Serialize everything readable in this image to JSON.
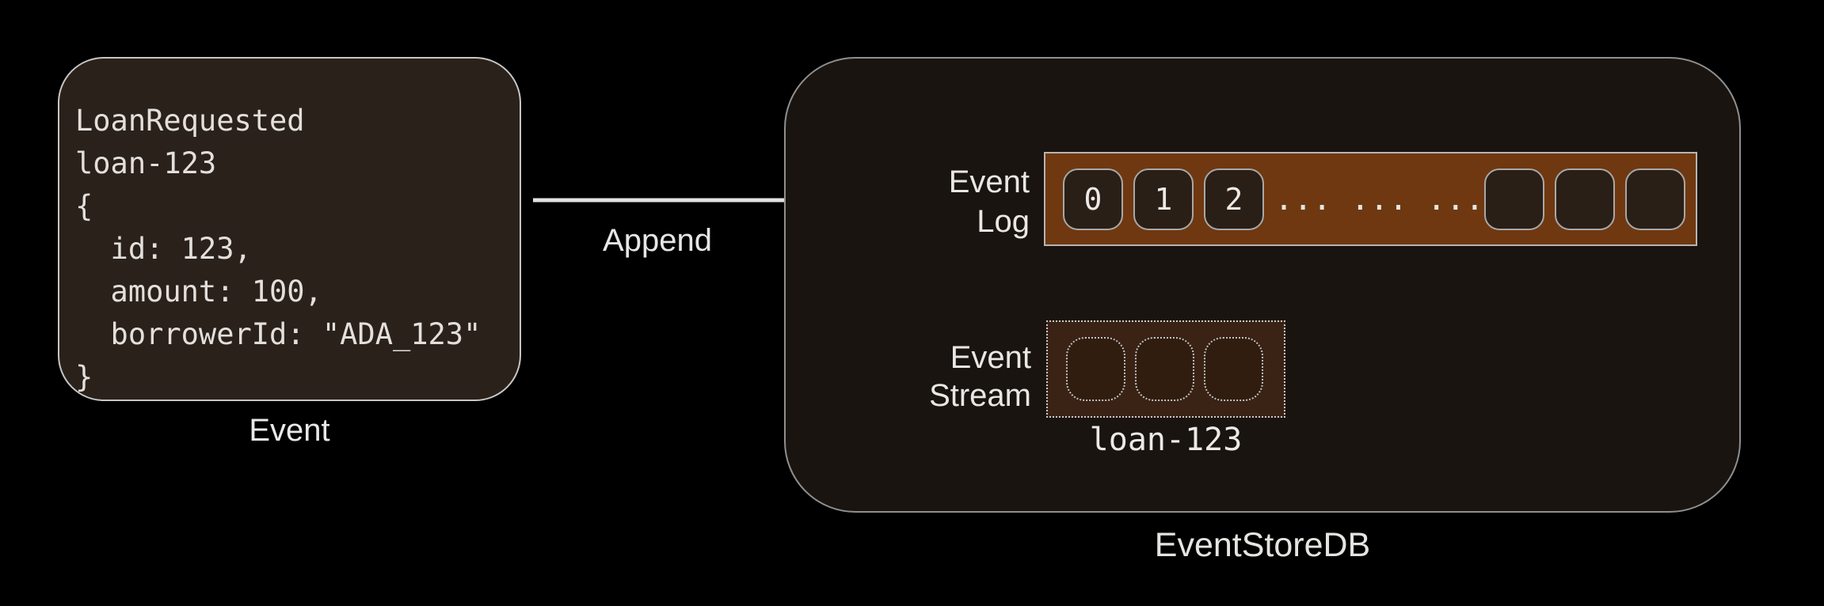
{
  "event": {
    "code": "LoanRequested\nloan-123\n{\n  id: 123,\n  amount: 100,\n  borrowerId: \"ADA_123\"\n}",
    "caption": "Event"
  },
  "append_label": "Append",
  "eventstore": {
    "title": "EventStoreDB",
    "event_log": {
      "label": [
        "Event",
        "Log"
      ],
      "cells": [
        "0",
        "1",
        "2"
      ],
      "ellipsis": "... ... ...",
      "empty_cell_count": 3
    },
    "event_stream": {
      "label": [
        "Event",
        "Stream"
      ],
      "empty_cell_count": 3,
      "stream_id": "loan-123"
    }
  },
  "colors": {
    "background": "#000000",
    "event_card_bg": "#2a211b",
    "container_bg": "#1a1411",
    "log_bar_bg": "#6f3810",
    "log_cell_bg": "#291f16",
    "stream_box_bg": "#3a2315",
    "text": "#e9e7e4",
    "arrow": "#e2e2e2",
    "border_gray": "#b5b5b5"
  }
}
